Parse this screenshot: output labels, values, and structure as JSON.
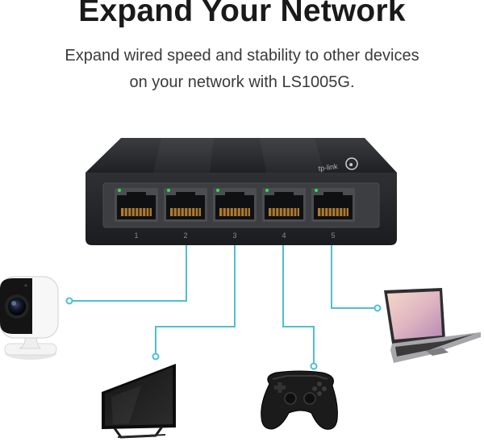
{
  "headline": "Expand Your Network",
  "subtitle": {
    "line1": "Expand wired speed and stability to other devices",
    "line2": "on your network with LS1005G."
  },
  "switch": {
    "brand": "tp-link",
    "port_numbers": [
      "1",
      "2",
      "3",
      "4",
      "5"
    ]
  },
  "colors": {
    "cable": "#4fbfd3",
    "switch_body": "#2a2c2f",
    "port_led": "#2fe05a"
  },
  "devices": [
    "camera-icon",
    "tv-icon",
    "gamepad-icon",
    "laptop-icon"
  ]
}
